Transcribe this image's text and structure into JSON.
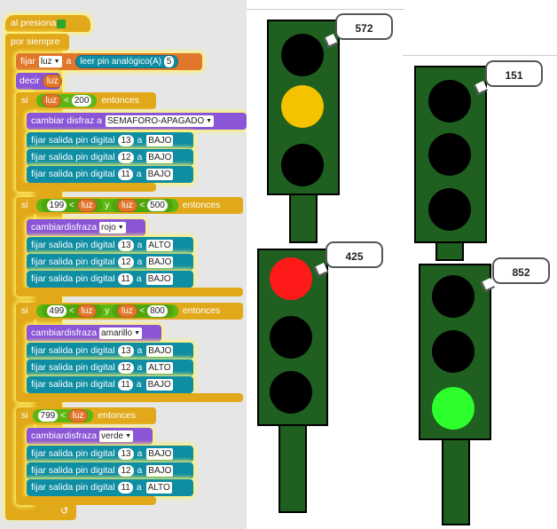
{
  "script": {
    "hat": "al presionar",
    "forever": "por siempre",
    "set_var": {
      "label": "fijar",
      "var": "luz",
      "to": "a",
      "reporter": "leer pin analógico(A)",
      "pin": "5"
    },
    "say": {
      "label": "decir",
      "value": "luz"
    },
    "if1": {
      "si": "si",
      "then": "entonces",
      "var": "luz",
      "op": "<",
      "num": "200",
      "costume": {
        "label": "cambiar disfraz a",
        "value": "SEMAFORO-APAGADO"
      },
      "pins": [
        {
          "label": "fijar salida pin digital",
          "pin": "13",
          "a": "a",
          "value": "BAJO"
        },
        {
          "label": "fijar salida pin digital",
          "pin": "12",
          "a": "a",
          "value": "BAJO"
        },
        {
          "label": "fijar salida pin digital",
          "pin": "11",
          "a": "a",
          "value": "BAJO"
        }
      ]
    },
    "if2": {
      "si": "si",
      "then": "entonces",
      "num1": "199",
      "op1": "<",
      "var1": "luz",
      "and": "y",
      "var2": "luz",
      "op2": "<",
      "num2": "500",
      "costume": {
        "label": "cambiardisfraza",
        "value": "rojo"
      },
      "pins": [
        {
          "label": "fijar salida pin digital",
          "pin": "13",
          "a": "a",
          "value": "ALTO"
        },
        {
          "label": "fijar salida pin digital",
          "pin": "12",
          "a": "a",
          "value": "BAJO"
        },
        {
          "label": "fijar salida pin digital",
          "pin": "11",
          "a": "a",
          "value": "BAJO"
        }
      ]
    },
    "if3": {
      "si": "si",
      "then": "entonces",
      "num1": "499",
      "op1": "<",
      "var1": "luz",
      "and": "y",
      "var2": "luz",
      "op2": "<",
      "num2": "800",
      "costume": {
        "label": "cambiardisfraza",
        "value": "amarillo"
      },
      "pins": [
        {
          "label": "fijar salida pin digital",
          "pin": "13",
          "a": "a",
          "value": "BAJO"
        },
        {
          "label": "fijar salida pin digital",
          "pin": "12",
          "a": "a",
          "value": "ALTO"
        },
        {
          "label": "fijar salida pin digital",
          "pin": "11",
          "a": "a",
          "value": "BAJO"
        }
      ]
    },
    "if4": {
      "si": "si",
      "then": "entonces",
      "num1": "799",
      "op1": "<",
      "var1": "luz",
      "costume": {
        "label": "cambiardisfraza",
        "value": "verde"
      },
      "pins": [
        {
          "label": "fijar salida pin digital",
          "pin": "13",
          "a": "a",
          "value": "BAJO"
        },
        {
          "label": "fijar salida pin digital",
          "pin": "12",
          "a": "a",
          "value": "BAJO"
        },
        {
          "label": "fijar salida pin digital",
          "pin": "11",
          "a": "a",
          "value": "ALTO"
        }
      ]
    },
    "loop_arrow": "↺"
  },
  "stage": {
    "traffic_lights": [
      {
        "reading": "572",
        "state": "yellow"
      },
      {
        "reading": "151",
        "state": "off"
      },
      {
        "reading": "425",
        "state": "red"
      },
      {
        "reading": "852",
        "state": "green"
      }
    ]
  },
  "colors": {
    "control": "#e1a91a",
    "variables": "#e0772b",
    "looks": "#8a55d7",
    "arduino": "#0e8da3",
    "operators": "#5cb712",
    "housing": "#1f5f1f",
    "red_on": "#ff1a1a",
    "yellow_on": "#f5c200",
    "green_on": "#2cff2c",
    "off": "#000000"
  }
}
